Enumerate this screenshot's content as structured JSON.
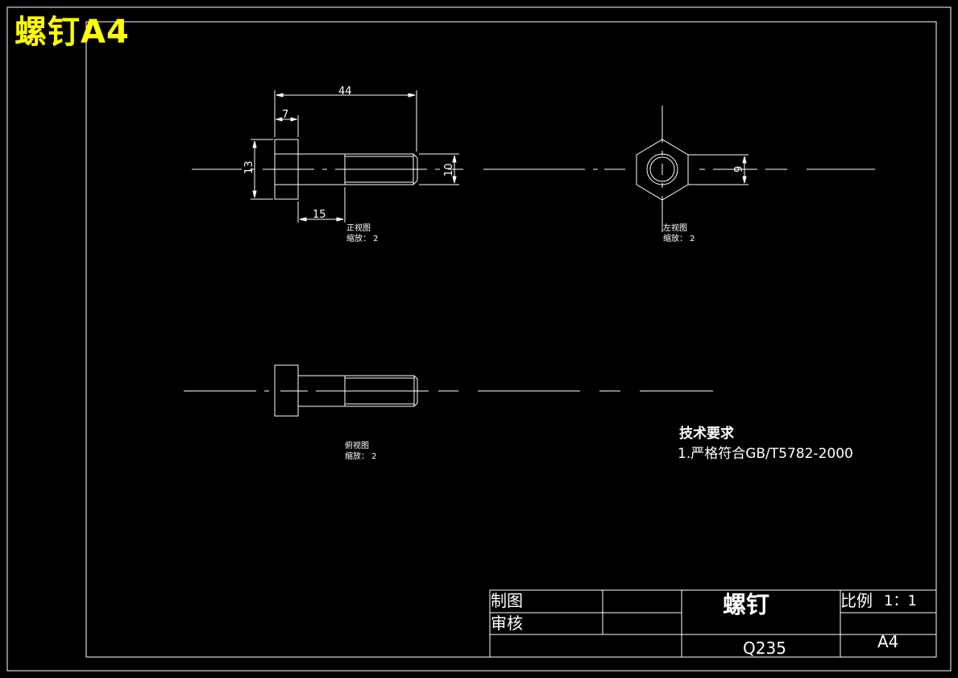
{
  "overlay_title": "螺钉A4",
  "dimensions": {
    "total_length": "44",
    "head_length": "7",
    "head_diameter": "13",
    "thread_diameter": "10",
    "shank_length": "15",
    "hex_width": "9"
  },
  "views": {
    "front": {
      "name": "正视图",
      "scale": "缩放： 2"
    },
    "left": {
      "name": "左视图",
      "scale": "缩放： 2"
    },
    "top": {
      "name": "俯视图",
      "scale": "缩放： 2"
    }
  },
  "tech_requirements": {
    "heading": "技术要求",
    "item1": "1.严格符合GB/T5782-2000"
  },
  "title_block": {
    "drawn_label": "制图",
    "checked_label": "审核",
    "part_name": "螺钉",
    "scale_label": "比例",
    "scale_value": "1：1",
    "material": "Q235",
    "sheet_size": "A4"
  },
  "colors": {
    "background": "#000000",
    "line": "#ffffff",
    "title": "#ffff00"
  }
}
